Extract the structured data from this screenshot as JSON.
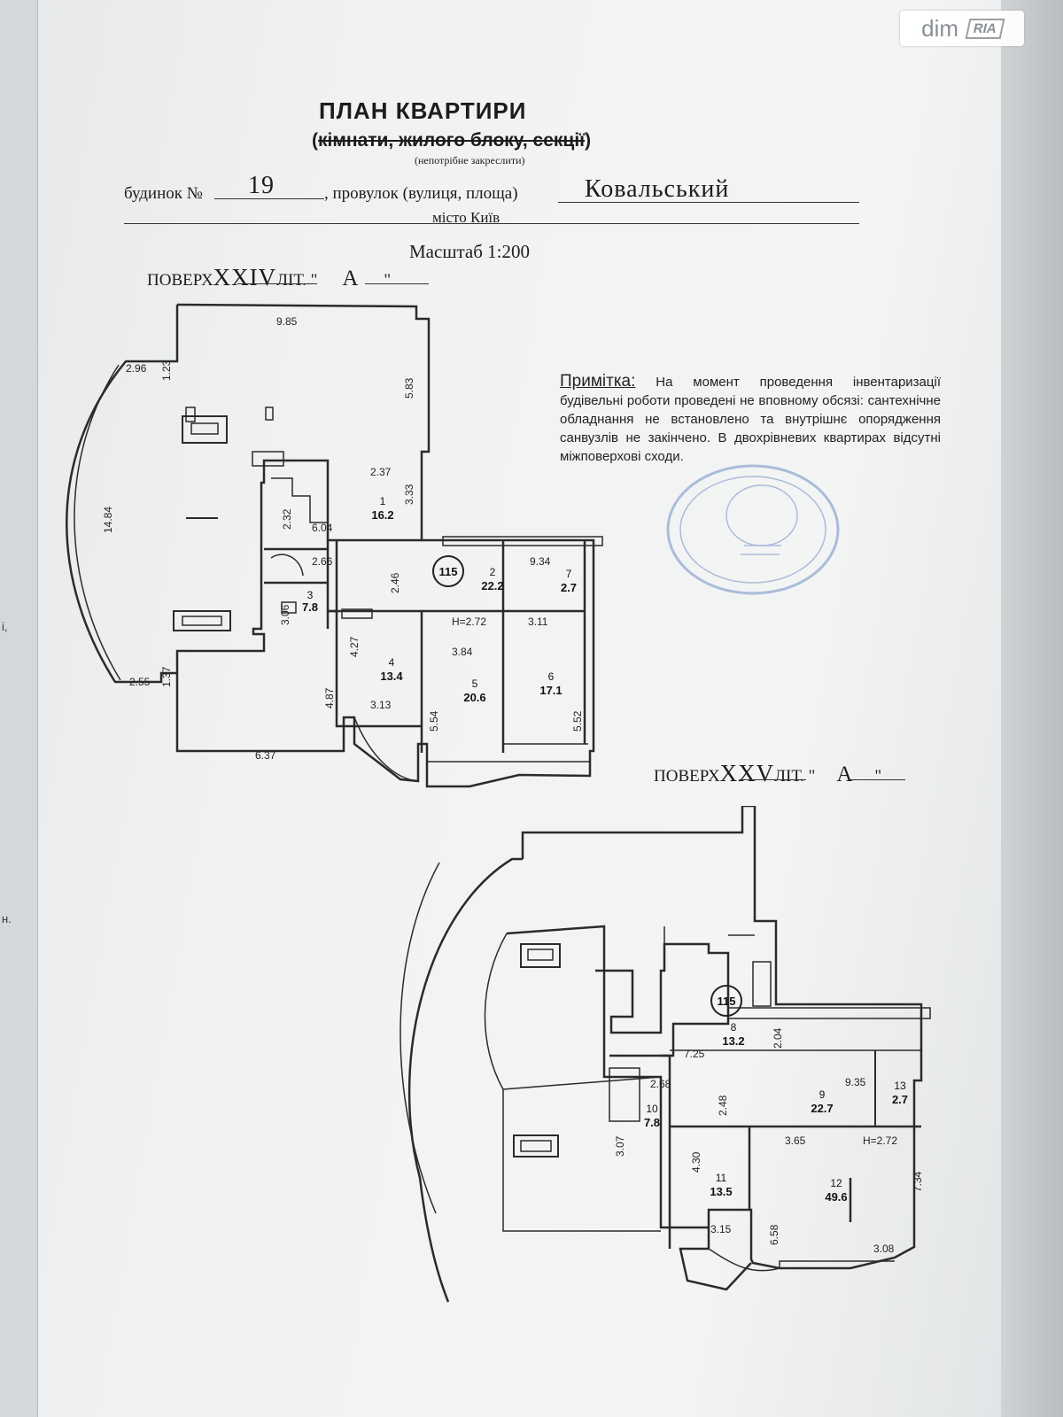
{
  "watermark": {
    "brand": "dim",
    "badge": "RIA"
  },
  "header": {
    "title": "ПЛАН КВАРТИРИ",
    "subtitle_open": "(",
    "subtitle_struck": "кімнати, жилого блоку, секції",
    "subtitle_close": ")",
    "hint": "(непотрібне закреслити)"
  },
  "address": {
    "house_label": "будинок №",
    "house_number": "19",
    "street_label": ", провулок (вулиця, площа)",
    "street_name": "Ковальський",
    "city": "місто Київ"
  },
  "scale": "Масштаб 1:200",
  "floor_24": {
    "label": "ПОВЕРХ",
    "floor": "XXIV",
    "lit_label": "ЛІТ. \"",
    "lit": "А",
    "quote": "\""
  },
  "floor_25": {
    "label": "ПОВЕРХ",
    "floor": "XXV",
    "lit_label": "ЛІТ. \"",
    "lit": "А",
    "quote": "\""
  },
  "note": {
    "heading": "Примітка:",
    "text": "На момент проведення інвентаризації будівельні роботи проведені не вповному обсязі: сантехнічне обладнання не встановлено та внутрішнє опорядження санвузлів не закінчено. В двохрівневих квартирах відсутні міжповерхові сходи."
  },
  "margin_marks": [
    "і,",
    "н."
  ],
  "apartment_number": "115",
  "plan_24": {
    "dimensions": [
      "9.85",
      "2.96",
      "1.23",
      "5.83",
      "14.84",
      "2.37",
      "3.33",
      "2.32",
      "6.04",
      "2.66",
      "9.34",
      "2.46",
      "3.06",
      "H=2.72",
      "3.11",
      "4.27",
      "3.84",
      "3.13",
      "5.54",
      "5.52",
      "4.87",
      "2.55",
      "1.37",
      "6.37"
    ],
    "rooms": [
      {
        "n": "1",
        "area": "16.2"
      },
      {
        "n": "2",
        "area": "22.2"
      },
      {
        "n": "3",
        "area": "7.8"
      },
      {
        "n": "4",
        "area": "13.4"
      },
      {
        "n": "5",
        "area": "20.6"
      },
      {
        "n": "6",
        "area": "17.1"
      },
      {
        "n": "7",
        "area": "2.7"
      }
    ]
  },
  "plan_25": {
    "dimensions": [
      "7.25",
      "2.04",
      "2.68",
      "9.35",
      "2.48",
      "3.07",
      "3.65",
      "H=2.72",
      "4.30",
      "7.34",
      "3.15",
      "6.58",
      "3.08"
    ],
    "rooms": [
      {
        "n": "8",
        "area": "13.2"
      },
      {
        "n": "9",
        "area": "22.7"
      },
      {
        "n": "10",
        "area": "7.8"
      },
      {
        "n": "11",
        "area": "13.5"
      },
      {
        "n": "12",
        "area": "49.6"
      },
      {
        "n": "13",
        "area": "2.7"
      }
    ]
  }
}
